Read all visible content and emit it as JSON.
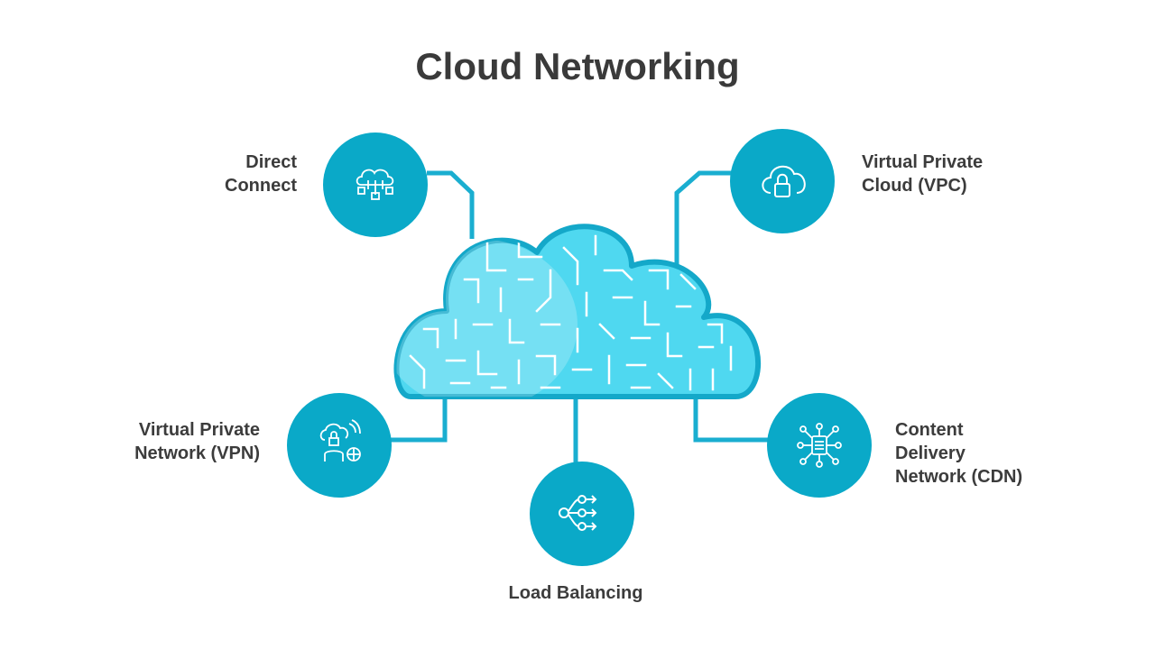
{
  "title": "Cloud Networking",
  "colors": {
    "circle": "#0aa9c8",
    "connector": "#1aaed0",
    "cloud_fill": "#4fd8f0",
    "cloud_stroke": "#14a8c9",
    "text": "#3c3c3c"
  },
  "nodes": [
    {
      "id": "direct-connect",
      "icon": "cloud-network-icon",
      "label_lines": [
        "Direct",
        "Connect"
      ]
    },
    {
      "id": "vpc",
      "icon": "cloud-lock-icon",
      "label_lines": [
        "Virtual Private",
        "Cloud (VPC)"
      ]
    },
    {
      "id": "vpn",
      "icon": "vpn-user-icon",
      "label_lines": [
        "Virtual Private",
        "Network (VPN)"
      ]
    },
    {
      "id": "load-balancing",
      "icon": "load-balancer-icon",
      "label_lines": [
        "Load Balancing"
      ]
    },
    {
      "id": "cdn",
      "icon": "cdn-hub-icon",
      "label_lines": [
        "Content",
        "Delivery",
        "Network (CDN)"
      ]
    }
  ]
}
